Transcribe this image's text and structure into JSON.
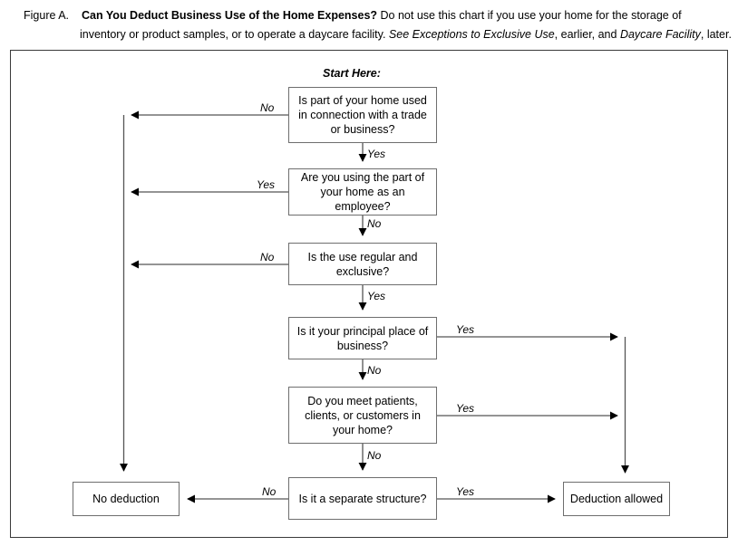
{
  "figure": {
    "label": "Figure A.",
    "title": "Can You Deduct Business Use of the Home Expenses?",
    "desc_part1": "Do not use this chart if you use your home for the storage of",
    "desc_part2": "inventory or product samples, or to operate a daycare facility.",
    "desc_see": "See",
    "desc_italic1": "Exceptions to Exclusive Use",
    "desc_mid": ", earlier, and",
    "desc_italic2": "Daycare Facility",
    "desc_end": ", later."
  },
  "start_label": "Start Here:",
  "nodes": [
    {
      "id": "q1",
      "text": "Is part of your home used in connection with a trade or business?"
    },
    {
      "id": "q2",
      "text": "Are you using the part of your home as an employee?"
    },
    {
      "id": "q3",
      "text": "Is the use regular and exclusive?"
    },
    {
      "id": "q4",
      "text": "Is it your principal place of business?"
    },
    {
      "id": "q5",
      "text": "Do you meet patients, clients, or customers in your home?"
    },
    {
      "id": "q6",
      "text": "Is it a separate structure?"
    },
    {
      "id": "no-deduction",
      "text": "No deduction"
    },
    {
      "id": "deduction-allowed",
      "text": "Deduction allowed"
    }
  ],
  "edge_labels": {
    "q1_no": "No",
    "q1_yes": "Yes",
    "q2_yes": "Yes",
    "q2_no": "No",
    "q3_no": "No",
    "q3_yes": "Yes",
    "q4_yes": "Yes",
    "q4_no": "No",
    "q5_yes": "Yes",
    "q5_no": "No",
    "q6_no": "No",
    "q6_yes": "Yes"
  },
  "colors": {
    "frame": "#3a3a3a",
    "node_border": "#6e6e6e",
    "connector": "#555555",
    "text": "#000000",
    "background": "#ffffff"
  }
}
